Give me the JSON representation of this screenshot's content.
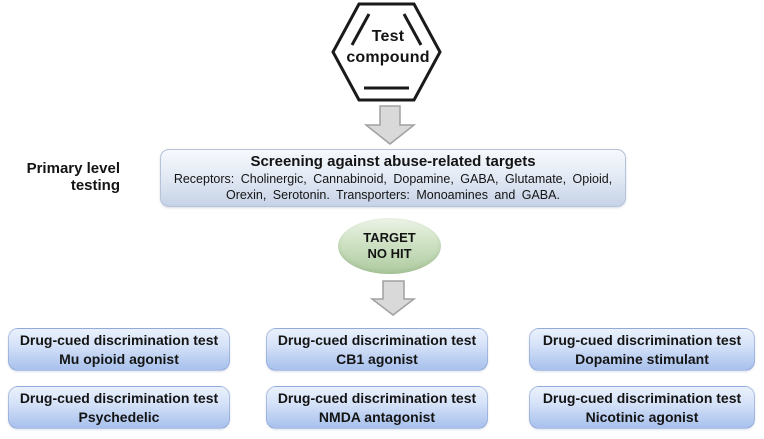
{
  "diagram": {
    "hexagon": {
      "line1": "Test",
      "line2": "compound"
    },
    "primary_label": {
      "line1": "Primary level",
      "line2": "testing"
    },
    "screening_box": {
      "title": "Screening against abuse-related targets",
      "line1": "Receptors: Cholinergic, Cannabinoid, Dopamine, GABA, Glutamate, Opioid,",
      "line2": "Orexin, Serotonin. Transporters: Monoamines and GABA."
    },
    "target_ellipse": {
      "line1": "TARGET",
      "line2": "NO HIT"
    },
    "tests": [
      {
        "line1": "Drug-cued discrimination test",
        "line2": "Mu opioid agonist"
      },
      {
        "line1": "Drug-cued discrimination test",
        "line2": "CB1 agonist"
      },
      {
        "line1": "Drug-cued discrimination test",
        "line2": "Dopamine stimulant"
      },
      {
        "line1": "Drug-cued discrimination test",
        "line2": "Psychedelic"
      },
      {
        "line1": "Drug-cued discrimination test",
        "line2": "NMDA antagonist"
      },
      {
        "line1": "Drug-cued discrimination test",
        "line2": "Nicotinic agonist"
      }
    ],
    "colors": {
      "box_blue_top": "#eaf1fc",
      "box_blue_bottom": "#a7c0ec",
      "screening_top": "#f6f9fd",
      "screening_bottom": "#c6d2e6",
      "ellipse_green_top": "#ecf3e7",
      "ellipse_green_bottom": "#aecaa0",
      "arrow_fill": "#d9d9d9",
      "arrow_stroke": "#a0a0a0",
      "hexagon_stroke": "#1a1a1a",
      "text": "#141414"
    }
  }
}
